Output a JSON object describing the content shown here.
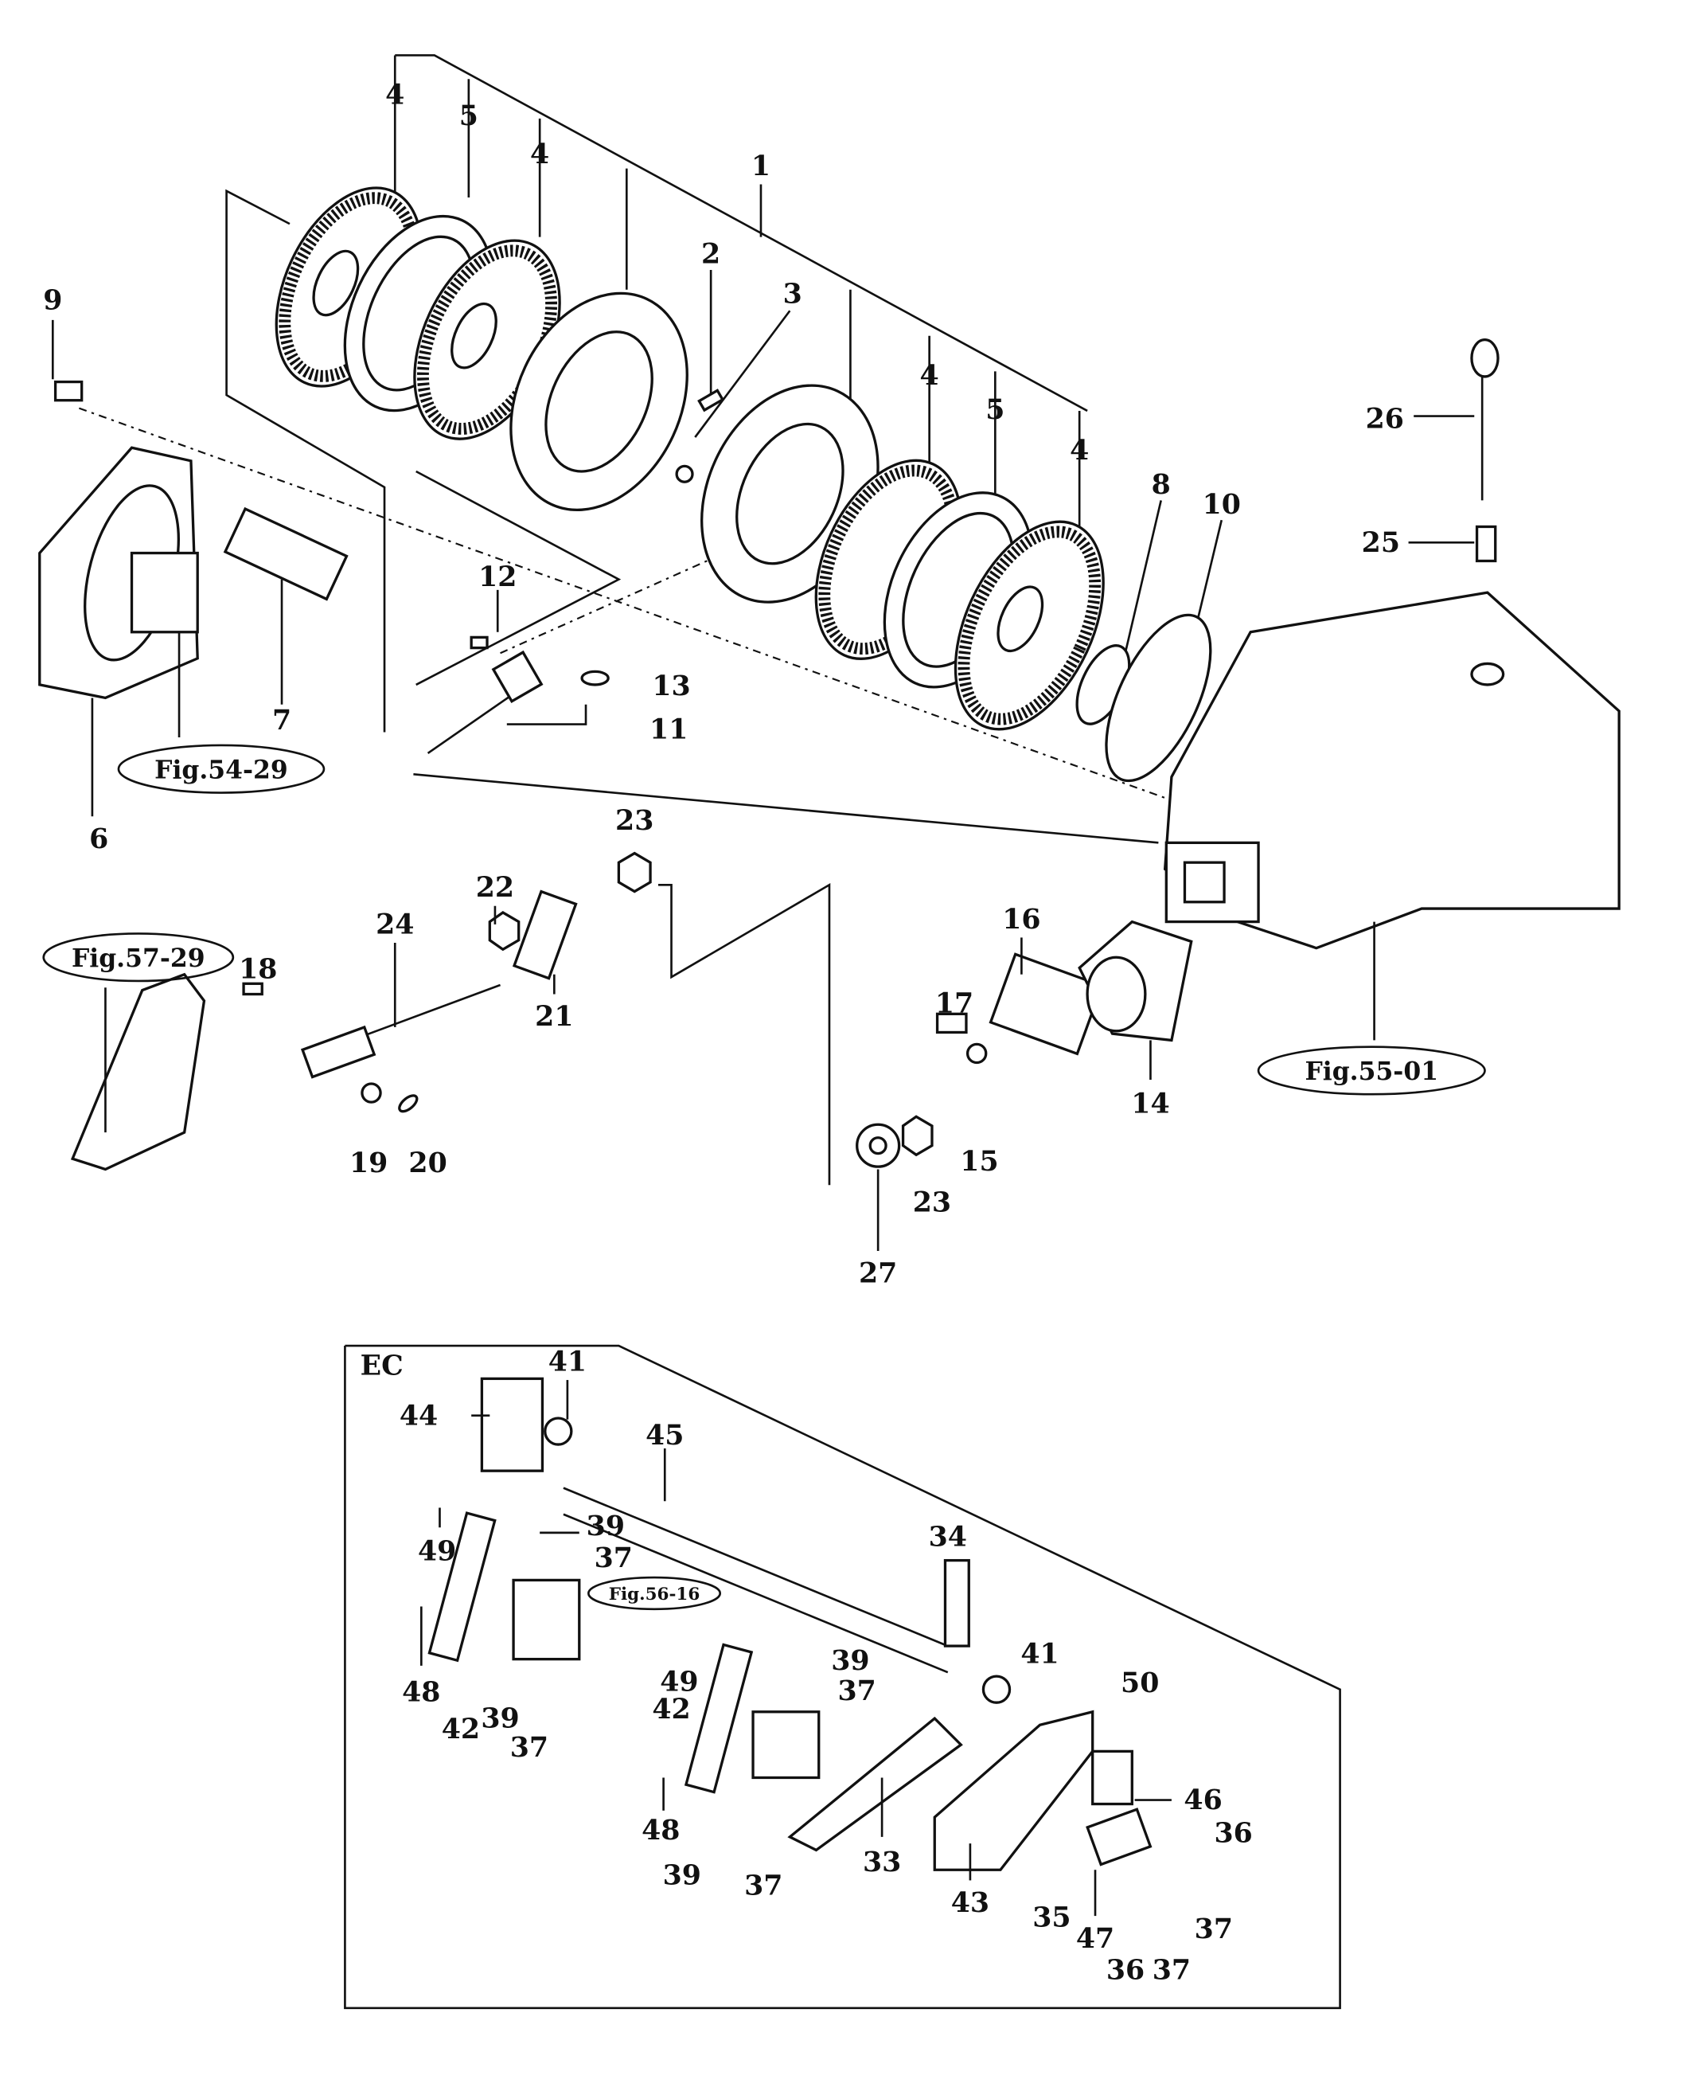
{
  "diagram": {
    "section_label": "EC",
    "references": [
      "Fig.54-29",
      "Fig.57-29",
      "Fig.55-01",
      "Fig.56-16"
    ],
    "callouts": [
      "4",
      "5",
      "4",
      "1",
      "2",
      "3",
      "9",
      "26",
      "4",
      "5",
      "4",
      "8",
      "10",
      "25",
      "12",
      "13",
      "11",
      "7",
      "6",
      "23",
      "22",
      "24",
      "16",
      "18",
      "21",
      "17",
      "14",
      "15",
      "19",
      "20",
      "23",
      "27",
      "41",
      "44",
      "45",
      "39",
      "37",
      "49",
      "34",
      "49",
      "39",
      "37",
      "41",
      "42",
      "50",
      "48",
      "39",
      "42",
      "37",
      "46",
      "48",
      "36",
      "39",
      "37",
      "33",
      "43",
      "35",
      "47",
      "37",
      "36",
      "37"
    ]
  }
}
